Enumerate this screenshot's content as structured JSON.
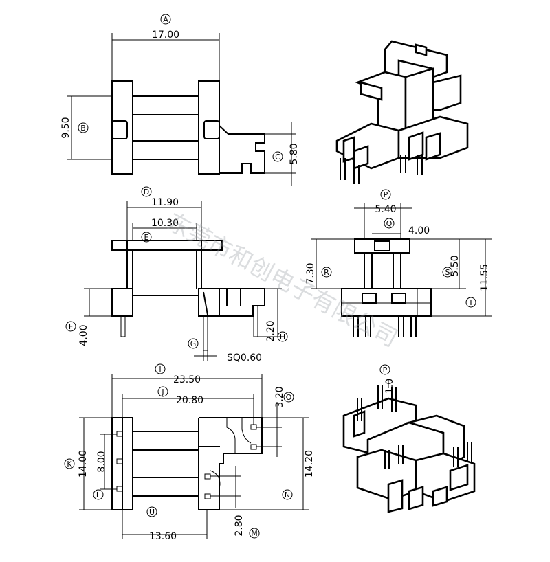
{
  "dims": {
    "a": "17.00",
    "b": "9.50",
    "c": "5.80",
    "d": "11.90",
    "e": "10.30",
    "f": "4.00",
    "g": "SQ0.60",
    "h": "2.20",
    "p1": "5.40",
    "q": "4.00",
    "r": "7.30",
    "s": "5.50",
    "t": "11.55",
    "i": "23.50",
    "j": "20.80",
    "o": "3.20",
    "k": "14.00",
    "l": "8.00",
    "n": "14.20",
    "u": "13.60",
    "m": "2.80",
    "p2": "1.0"
  },
  "markers": {
    "a": "A",
    "b": "B",
    "c": "C",
    "d": "D",
    "e": "E",
    "f": "F",
    "g": "G",
    "h": "H",
    "p1": "P",
    "q": "Q",
    "r": "R",
    "s": "S",
    "t": "T",
    "i": "I",
    "j": "J",
    "o": "O",
    "k": "K",
    "l": "L",
    "n": "N",
    "u": "U",
    "m": "M",
    "p2": "P"
  },
  "watermark": "东莞市和创电子有限公司"
}
